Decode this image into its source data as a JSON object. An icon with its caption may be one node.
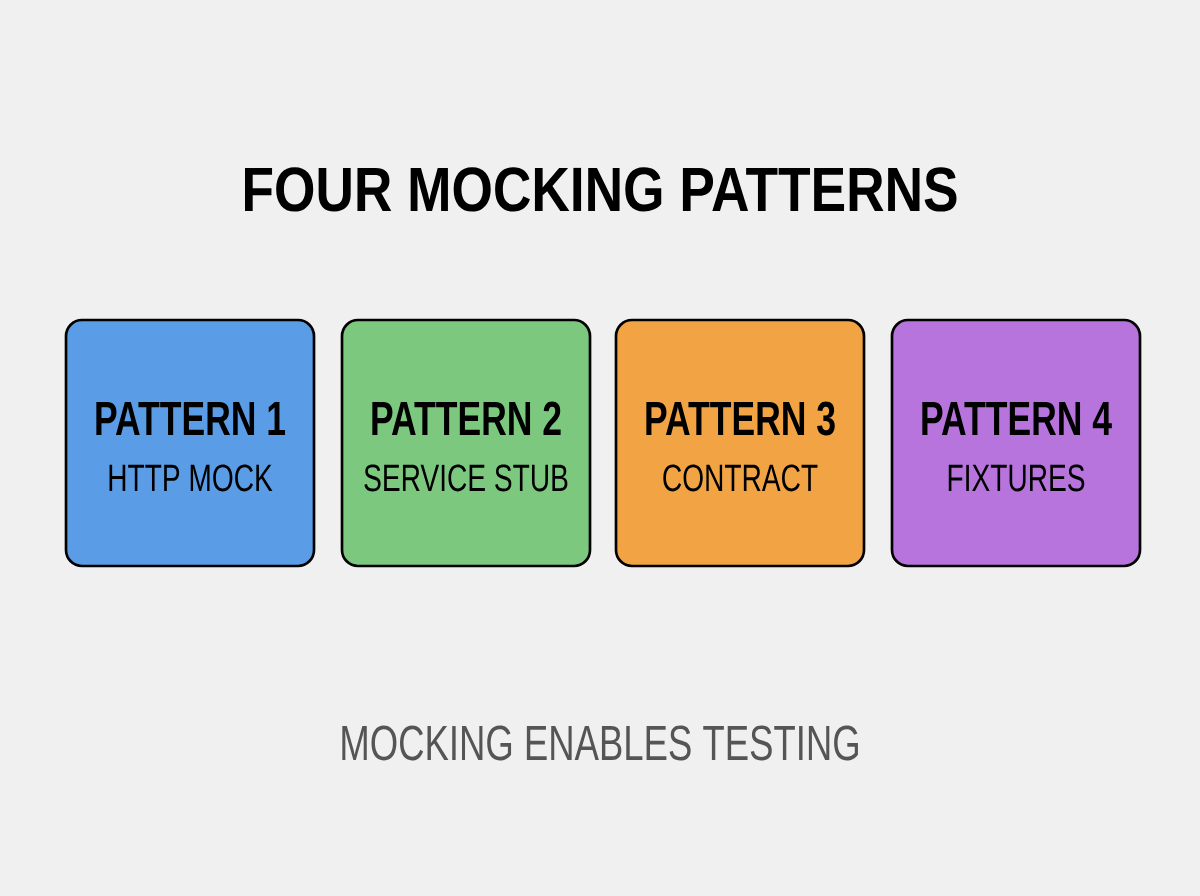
{
  "diagram": {
    "title": "FOUR MOCKING PATTERNS",
    "caption": "MOCKING ENABLES TESTING",
    "nodes": [
      {
        "text": [
          "PATTERN 1",
          "HTTP MOCK"
        ]
      },
      {
        "text": [
          "PATTERN 2",
          "SERVICE STUB"
        ]
      },
      {
        "text": [
          "PATTERN 3",
          "CONTRACT"
        ]
      },
      {
        "text": [
          "PATTERN 4",
          "FIXTURES"
        ]
      }
    ]
  }
}
